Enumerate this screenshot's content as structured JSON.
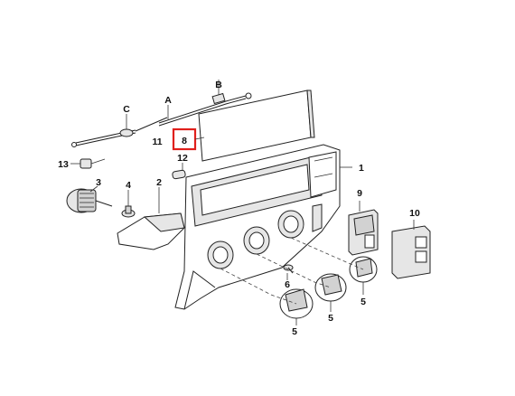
{
  "diagram": {
    "labels": {
      "A": "A",
      "B": "B",
      "C": "C",
      "n1": "1",
      "n2": "2",
      "n3": "3",
      "n4": "4",
      "n5a": "5",
      "n5b": "5",
      "n5c": "5",
      "n6": "6",
      "n8": "8",
      "n9": "9",
      "n10": "10",
      "n11": "11",
      "n12": "12",
      "n13": "13"
    },
    "highlight_color": "#e0201c",
    "highlighted_part": "8"
  }
}
